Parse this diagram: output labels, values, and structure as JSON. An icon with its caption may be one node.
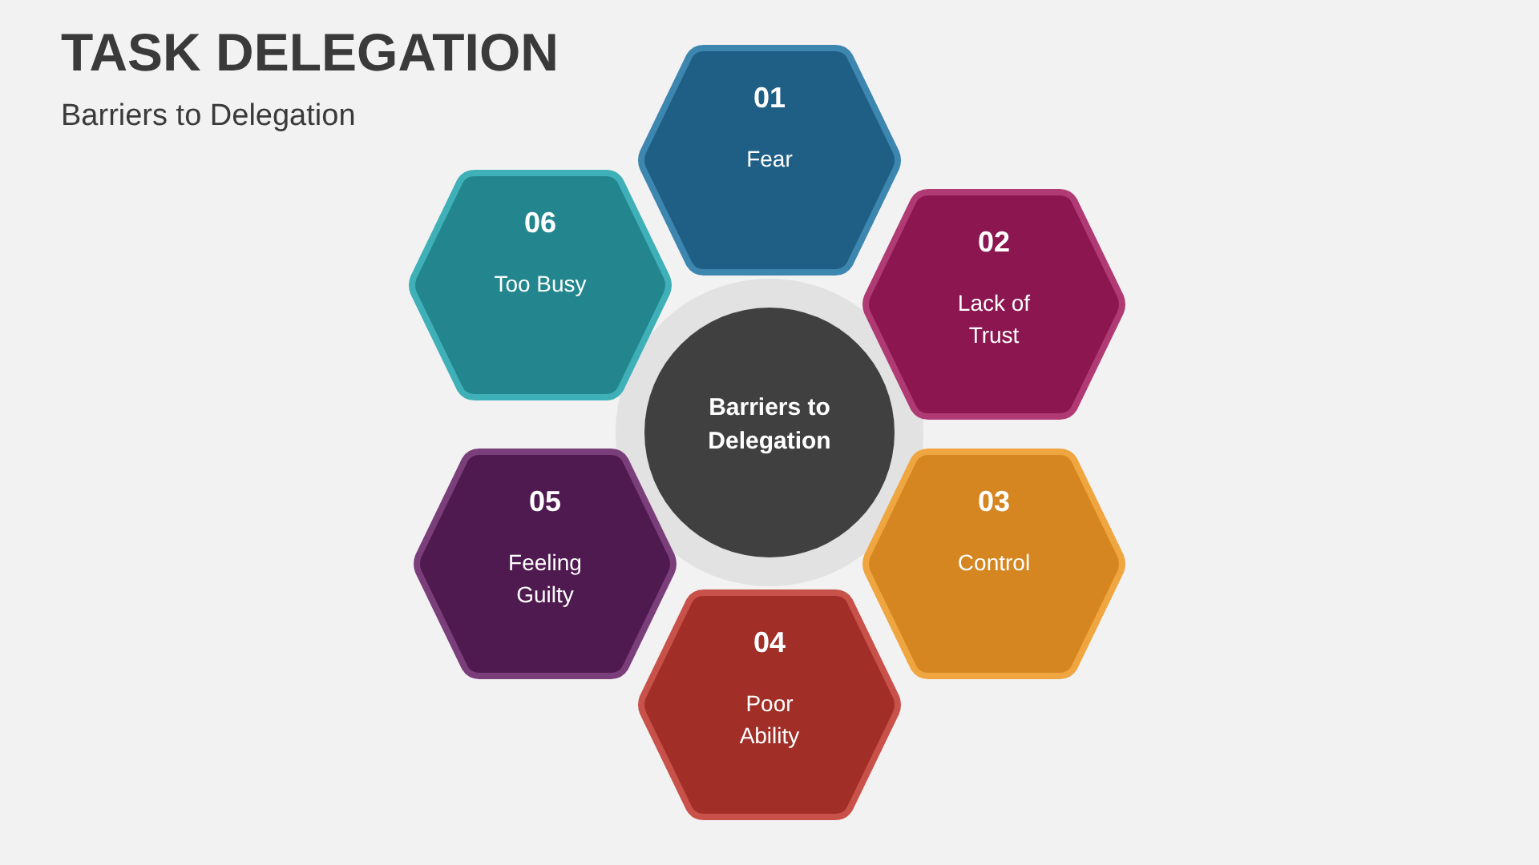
{
  "diagram": {
    "title": "TASK DELEGATION",
    "nodes": [
      {
        "text": [
          "01",
          "Fear"
        ]
      },
      {
        "text": [
          "02",
          "Lack of Trust"
        ]
      },
      {
        "text": [
          "03",
          "Control"
        ]
      },
      {
        "text": [
          "04",
          "Poor Ability"
        ]
      },
      {
        "text": [
          "05",
          "Feeling Guilty"
        ]
      },
      {
        "text": [
          "06",
          "Too Busy"
        ]
      },
      {
        "text": [
          "Barriers to Delegation"
        ]
      }
    ],
    "labels": [
      "Barriers to Delegation"
    ]
  }
}
